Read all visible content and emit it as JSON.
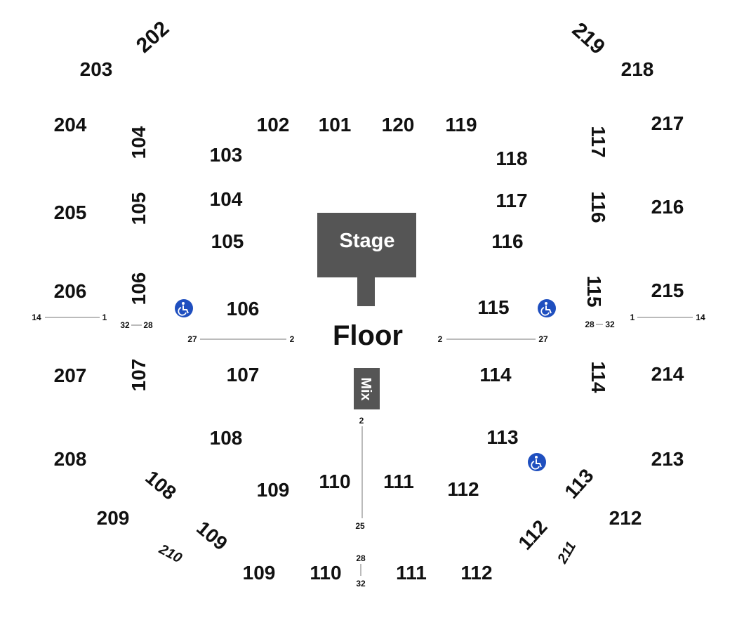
{
  "colors": {
    "stage": "#555555",
    "accessible": "#1f4fbf",
    "text": "#111111",
    "line": "#777777"
  },
  "center": {
    "stage_label": "Stage",
    "floor_label": "Floor",
    "mix_label": "Mix"
  },
  "icons": {
    "accessible": "wheelchair-icon"
  },
  "sections": {
    "s202": "202",
    "s203": "203",
    "s219": "219",
    "s218": "218",
    "s204": "204",
    "s205": "205",
    "s206": "206",
    "s207": "207",
    "s208": "208",
    "s209": "209",
    "s210": "210",
    "s217": "217",
    "s216": "216",
    "s215": "215",
    "s214": "214",
    "s213": "213",
    "s212": "212",
    "s211": "211",
    "s102": "102",
    "s101": "101",
    "s120": "120",
    "s119": "119",
    "s103": "103",
    "s104": "104",
    "s105": "105",
    "s106": "106",
    "s107": "107",
    "s108": "108",
    "s109": "109",
    "s110": "110",
    "s111": "111",
    "s112": "112",
    "s113": "113",
    "s114": "114",
    "s115": "115",
    "s116": "116",
    "s117": "117",
    "s118": "118",
    "l104": "104",
    "l105": "105",
    "l106": "106",
    "l107": "107",
    "l108": "108",
    "l109": "109",
    "r117": "117",
    "r116": "116",
    "r115": "115",
    "r114": "114",
    "r113": "113",
    "r112": "112",
    "b109": "109",
    "b110": "110",
    "b111": "111",
    "b112": "112"
  },
  "rows": {
    "left_outer_a": "14",
    "left_outer_b": "1",
    "left_inner_a": "32",
    "left_inner_b": "28",
    "left_floor_a": "27",
    "left_floor_b": "2",
    "right_floor_a": "2",
    "right_floor_b": "27",
    "right_inner_a": "28",
    "right_inner_b": "32",
    "right_outer_a": "1",
    "right_outer_b": "14",
    "center_top": "2",
    "center_bottom": "25",
    "bottom_a": "28",
    "bottom_b": "32"
  }
}
